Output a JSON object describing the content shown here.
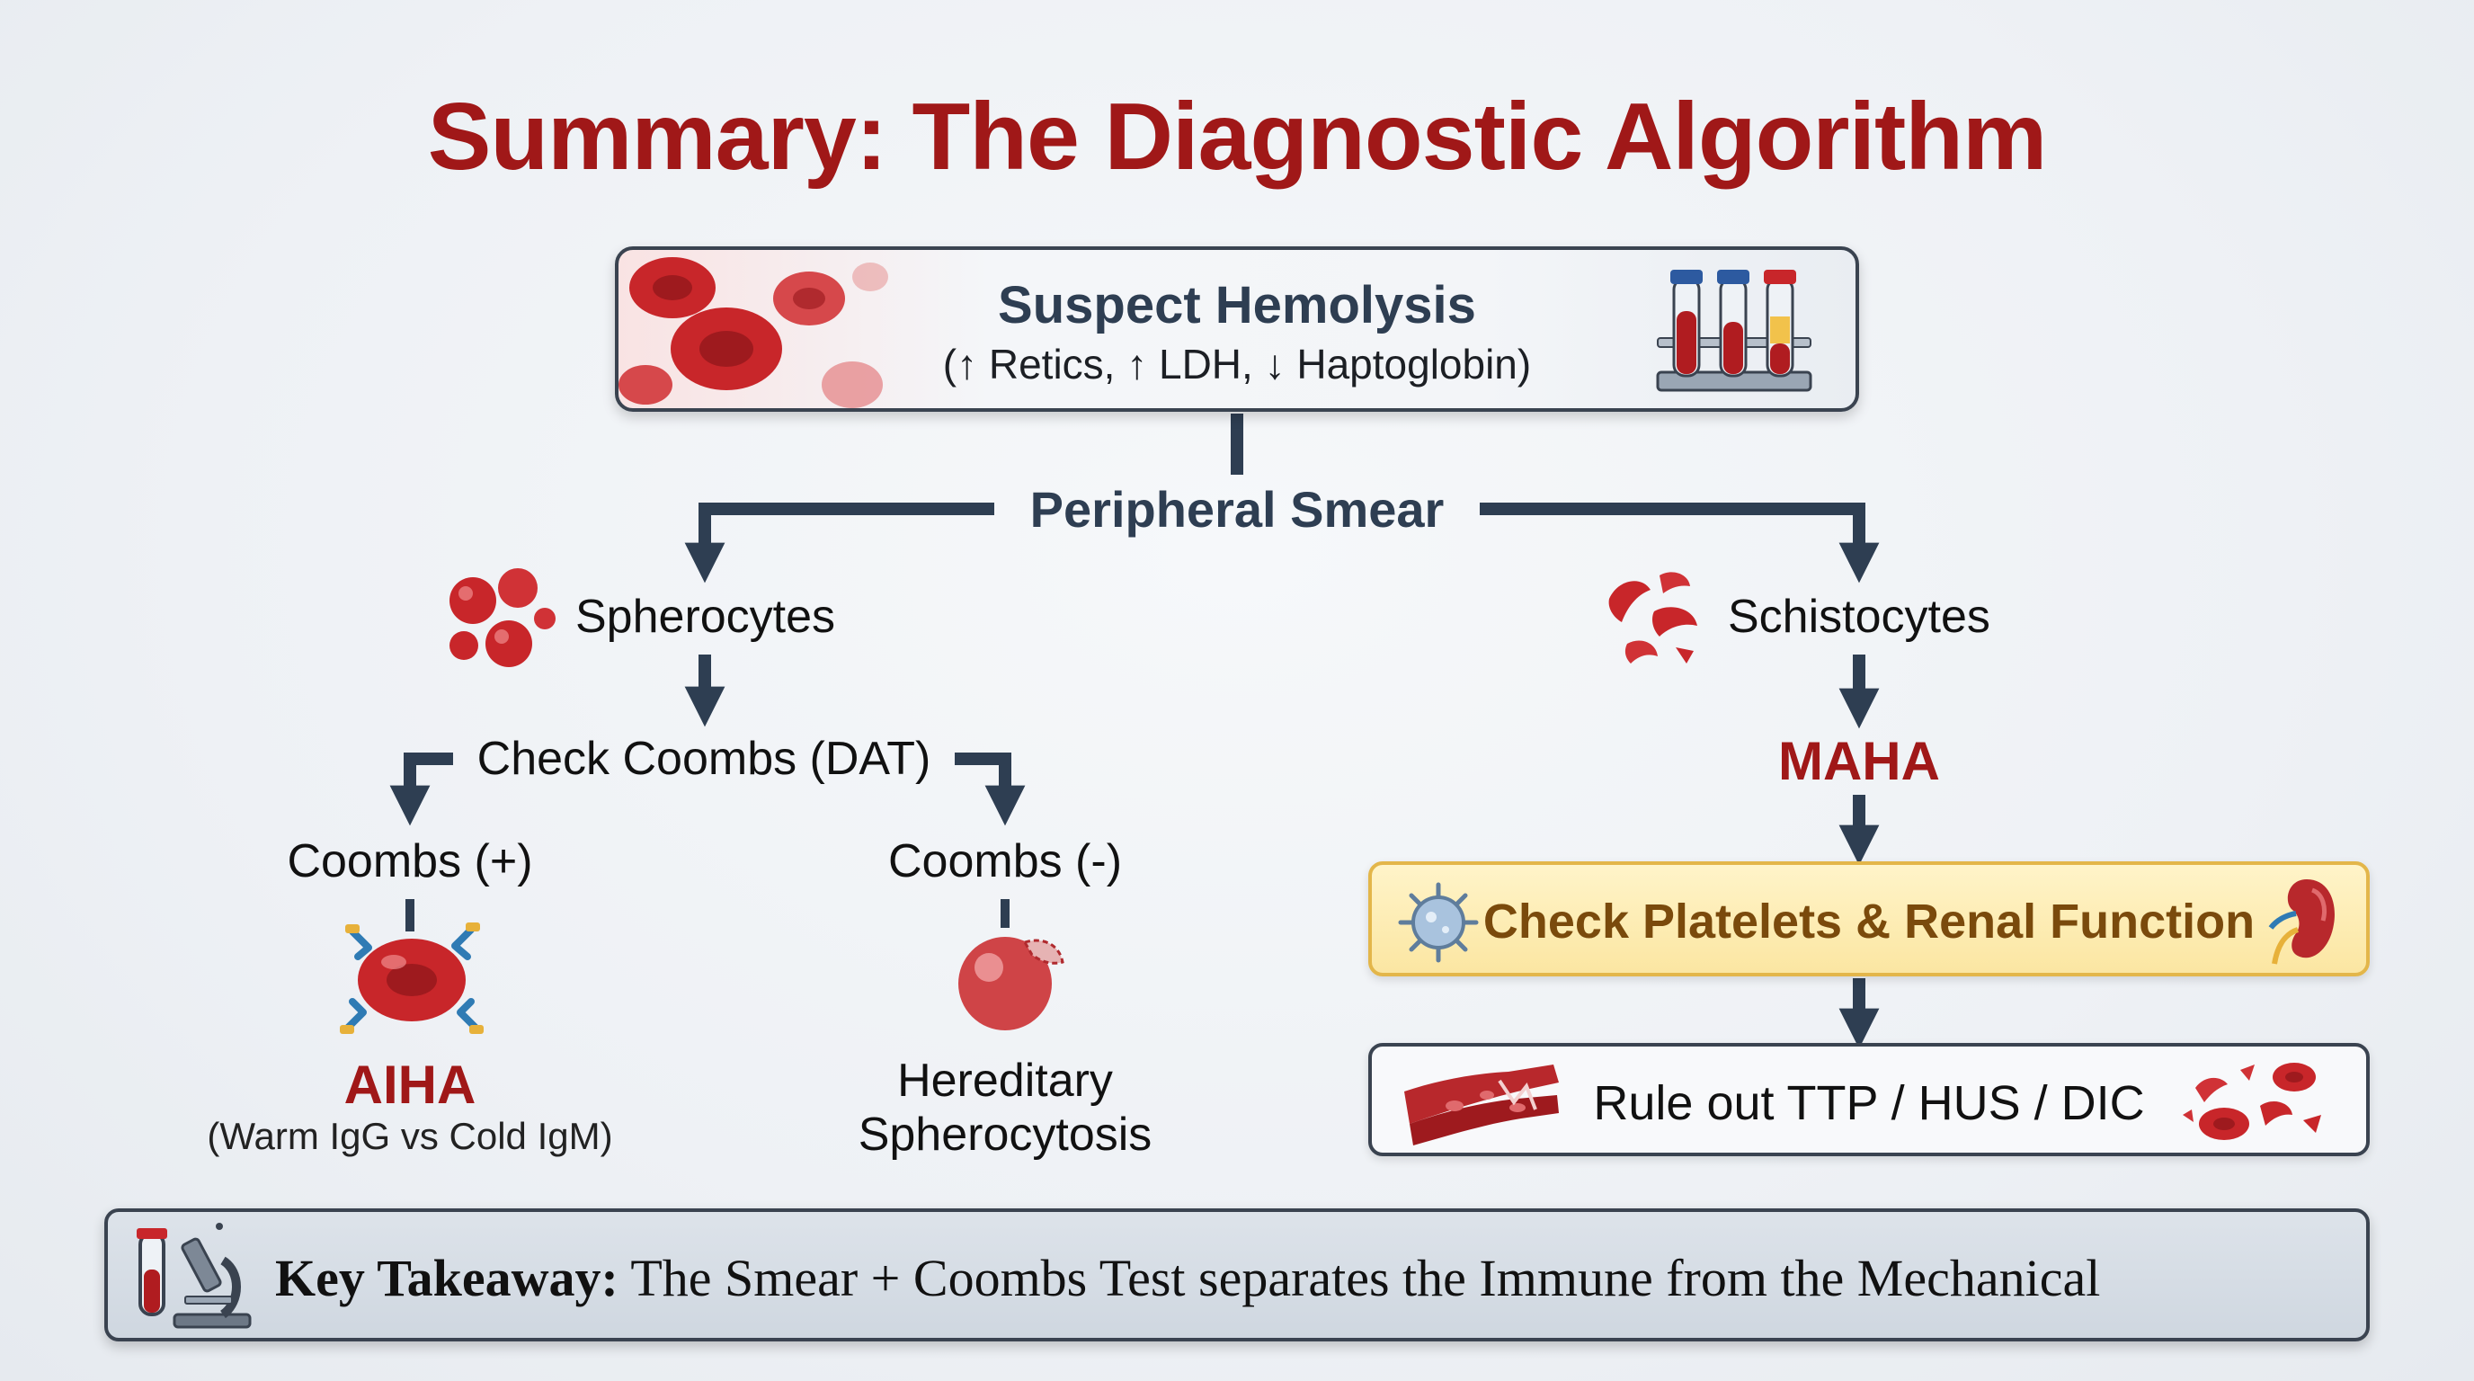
{
  "title": "Summary: The Diagnostic Algorithm",
  "top_box": {
    "heading": "Suspect Hemolysis",
    "subheading": "(↑ Retics, ↑ LDH, ↓ Haptoglobin)"
  },
  "branch": "Peripheral Smear",
  "left": {
    "node": "Spherocytes",
    "test": "Check Coombs (DAT)",
    "positive": {
      "label": "Coombs (+)",
      "result": "AIHA",
      "detail": "(Warm IgG vs Cold IgM)"
    },
    "negative": {
      "label": "Coombs (-)",
      "result_line1": "Hereditary",
      "result_line2": "Spherocytosis"
    }
  },
  "right": {
    "node": "Schistocytes",
    "result": "MAHA",
    "check": "Check Platelets & Renal Function",
    "rule_out": "Rule out TTP / HUS / DIC"
  },
  "takeaway": {
    "label": "Key Takeaway:",
    "text": "The Smear + Coombs Test separates the Immune from the Mechanical"
  },
  "colors": {
    "title_red": "#a01818",
    "arrow_slate": "#2e3e52",
    "platelet_box": "#fbe6a2",
    "blood_red": "#c8262a"
  },
  "icons": [
    "red-blood-cells-icon",
    "test-tubes-icon",
    "spherocytes-icon",
    "schistocytes-icon",
    "antibody-cell-icon",
    "spherocyte-cell-icon",
    "platelet-icon",
    "kidney-icon",
    "damaged-vessel-icon",
    "fragmented-cells-icon",
    "microscope-icon"
  ]
}
